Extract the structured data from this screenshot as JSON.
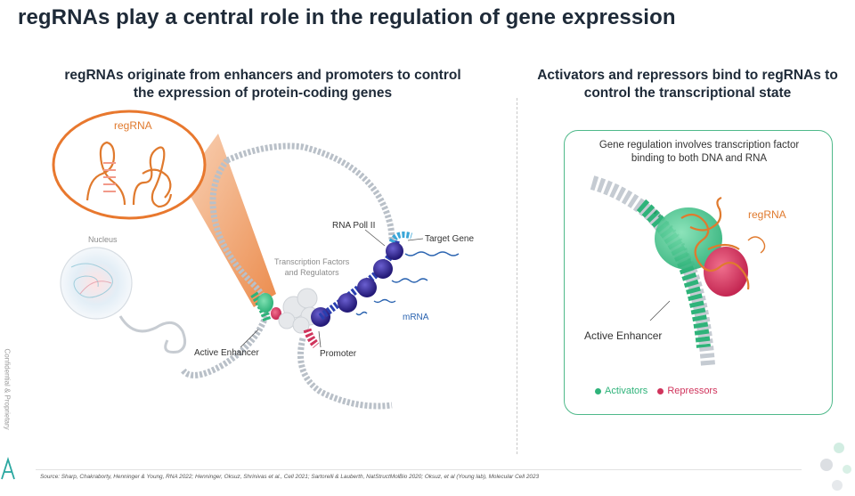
{
  "title": "regRNAs play a central role in the regulation of gene expression",
  "left_panel": {
    "heading": "regRNAs originate from enhancers and promoters to control the expression of protein-coding genes",
    "labels": {
      "regrna": "regRNA",
      "nucleus": "Nucleus",
      "transcription_factors": "Transcription Factors\nand Regulators",
      "rna_pol": "RNA Poll II",
      "target_gene": "Target Gene",
      "mrna": "mRNA",
      "active_enhancer": "Active Enhancer",
      "promoter": "Promoter"
    }
  },
  "right_panel": {
    "heading": "Activators and repressors bind to regRNAs to control the transcriptional state",
    "caption": "Gene regulation involves transcription factor binding to both DNA and RNA",
    "regrna_label": "regRNA",
    "active_enhancer_label": "Active Enhancer",
    "legend": [
      {
        "label": "Activators",
        "color": "#2fb37a"
      },
      {
        "label": "Repressors",
        "color": "#d0345c"
      }
    ]
  },
  "sidebar_text": "Confidential & Proprietary",
  "source_note": "Source: Sharp, Chakraborty, Henninger & Young, RNA 2022; Henninger, Oksuz, Shrinivas et al., Cell 2021; Sartorelli & Lauberth, NatStructMolBio 2020; Oksuz, et al (Young lab), Molecular Cell 2023",
  "colors": {
    "accent_green": "#4fb98a",
    "regrna_orange": "#e07a2e",
    "dna_grey": "#b9c0c8",
    "polymerase_purple": "#3d2f9c"
  }
}
